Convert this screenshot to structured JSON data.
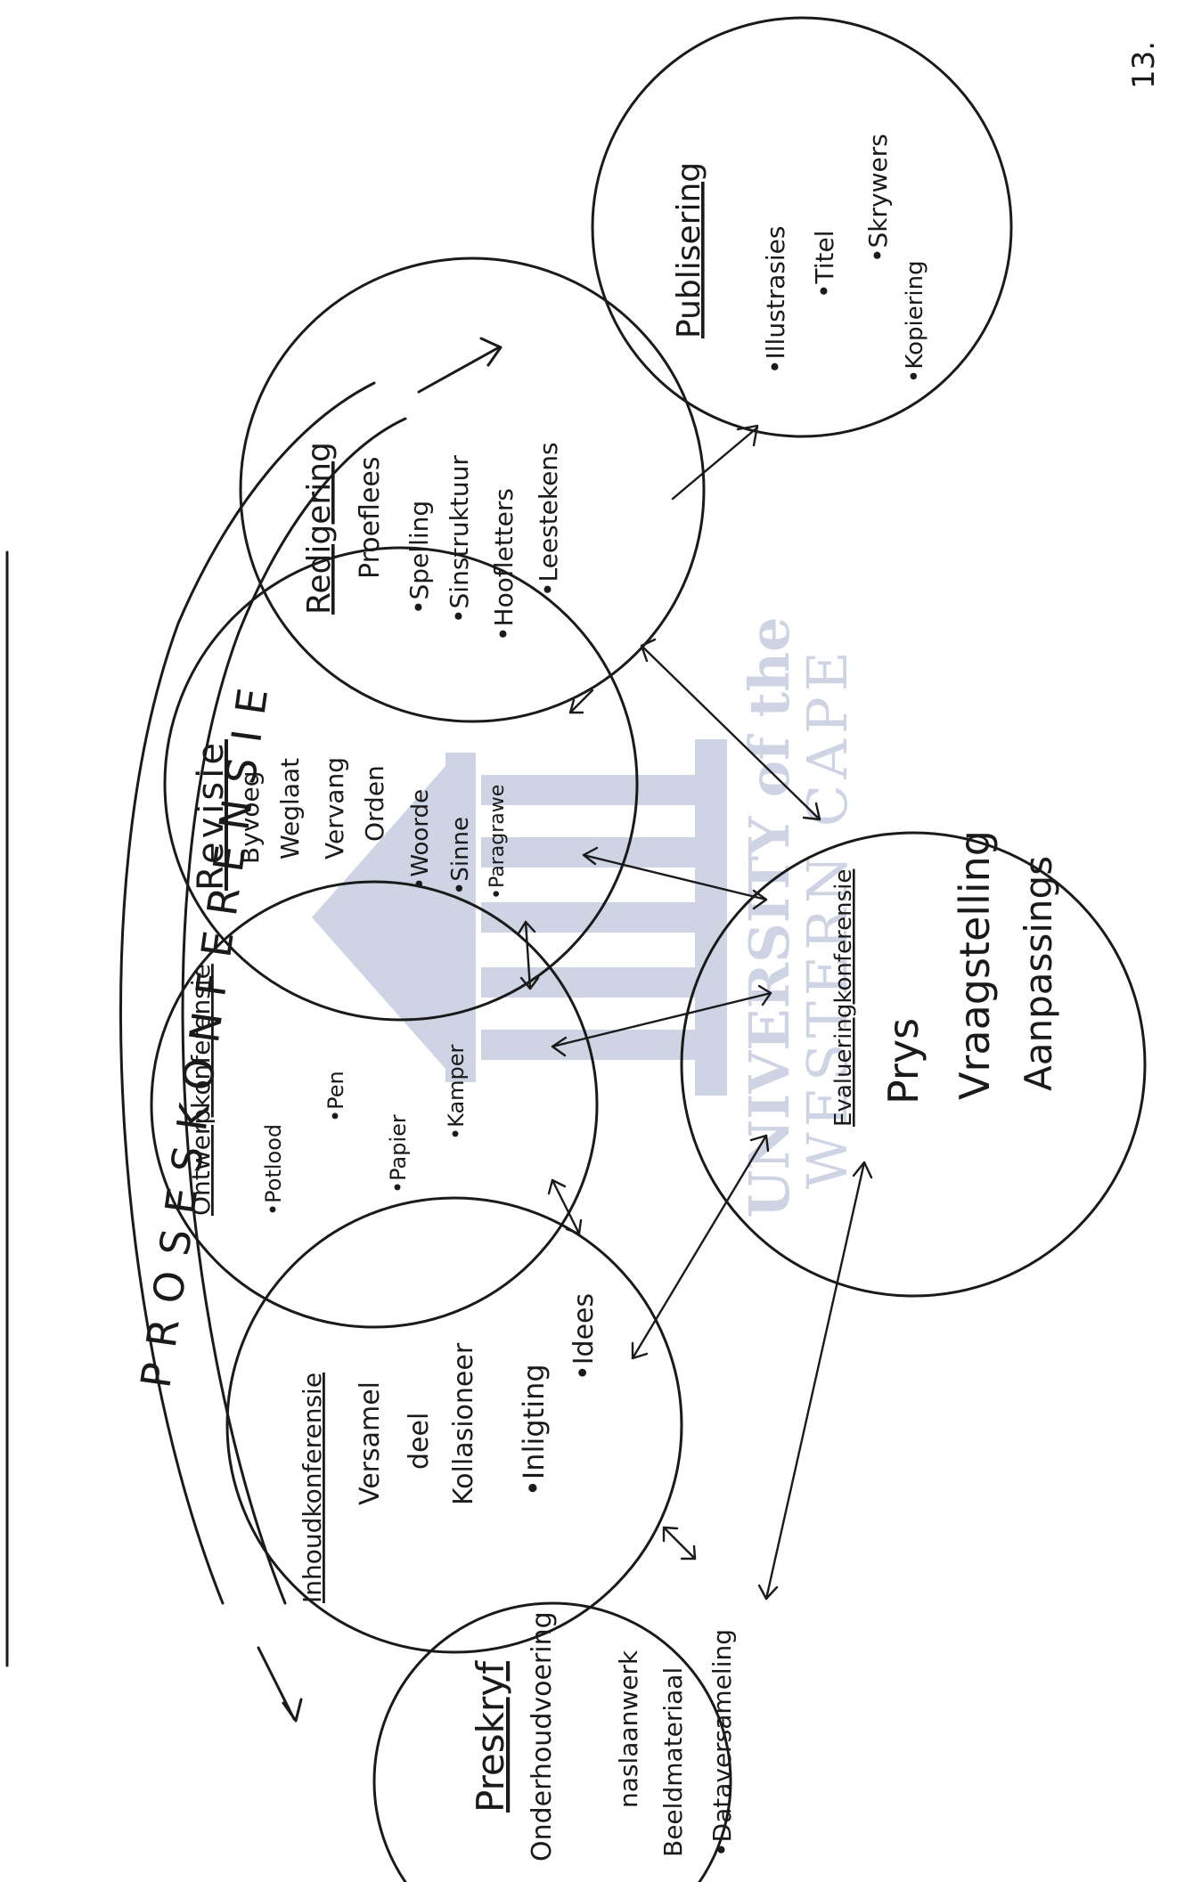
{
  "page_number": "13.",
  "process_label": "PROSESKONFERENSIE",
  "colors": {
    "ink": "#1a1a1a",
    "watermark": "#7f8fb8"
  },
  "watermark": {
    "line1": "UNIVERSITY of the",
    "line2": "WESTERN CAPE",
    "icon": "university-building-icon"
  },
  "stages": {
    "preskryf": {
      "title": "Preskryf",
      "items": [
        "Onderhoudvoering",
        "naslaanwerk",
        "Beeldmateriaal",
        "•Dataversameling"
      ]
    },
    "inhoud": {
      "title": "Inhoudkonferensie",
      "items": [
        "Versamel",
        "deel",
        "Kollasioneer",
        "•Inligting",
        "•Idees"
      ]
    },
    "ontwerp": {
      "title": "Ontwerpkonferensie",
      "items": [
        "•Potlood",
        "•Pen",
        "•Papier",
        "•Kamper"
      ]
    },
    "revisie": {
      "title": "Revisie",
      "items": [
        "Byvoeg",
        "Weglaat",
        "Vervang",
        "Orden",
        "•Woorde",
        "•Sinne",
        "•Paragrawe"
      ]
    },
    "redigering": {
      "title": "Redigering",
      "items": [
        "Proeflees",
        "•Spelling",
        "•Sinstruktuur",
        "•Hoofletters",
        "•Leestekens"
      ]
    },
    "publisering": {
      "title": "Publisering",
      "items": [
        "•Illustrasies",
        "•Titel",
        "•Skrywers",
        "•Kopiering"
      ]
    },
    "evaluering": {
      "title": "Evalueringkonferensie",
      "items": [
        "Prys",
        "Vraagstelling",
        "Aanpassings"
      ]
    }
  }
}
